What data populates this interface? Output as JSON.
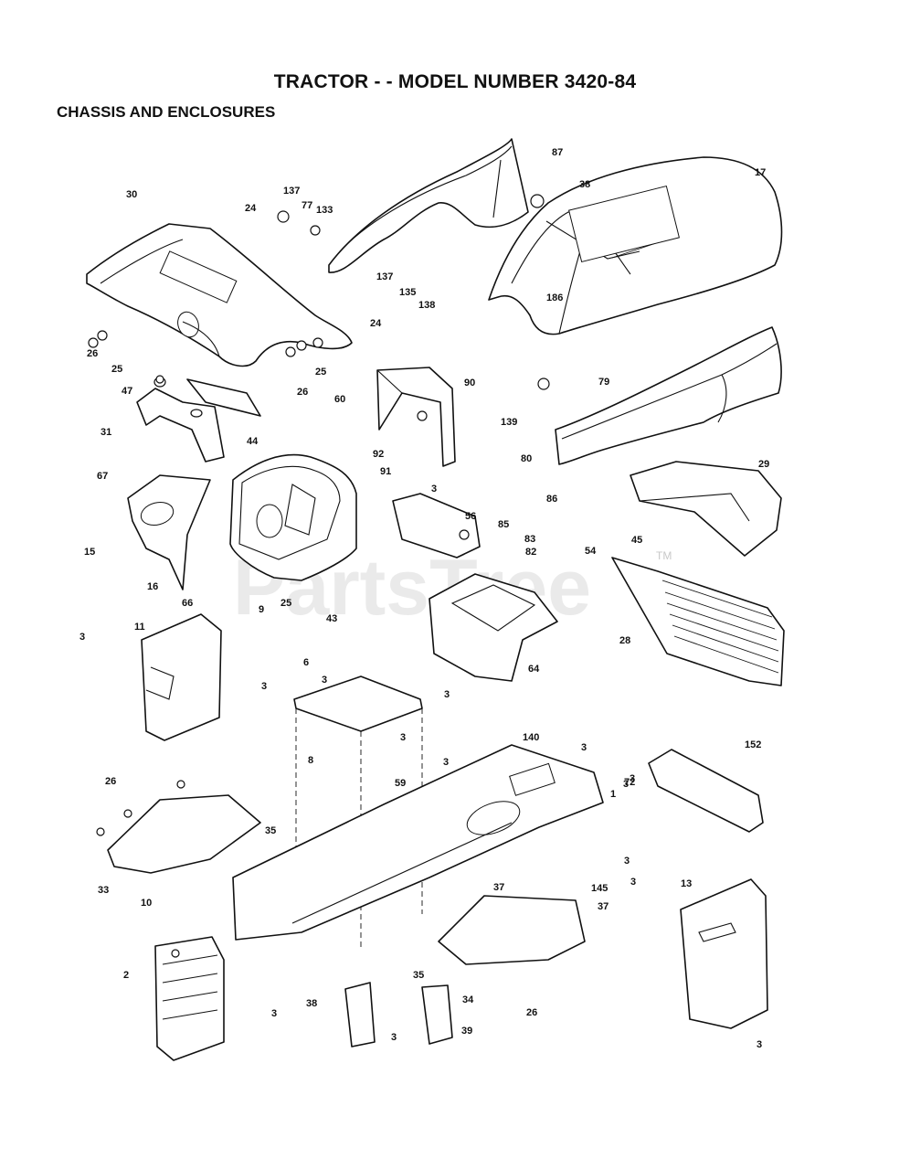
{
  "header": {
    "title": "TRACTOR - - MODEL NUMBER 3420-84",
    "subtitle": "CHASSIS AND ENCLOSURES"
  },
  "watermark": {
    "text": "PartsTree",
    "trademark": "TM"
  },
  "callouts": [
    "87",
    "38",
    "17",
    "30",
    "24",
    "137",
    "77",
    "133",
    "137",
    "135",
    "138",
    "186",
    "24",
    "26",
    "25",
    "47",
    "31",
    "44",
    "26",
    "25",
    "60",
    "90",
    "79",
    "3",
    "92",
    "91",
    "139",
    "80",
    "86",
    "67",
    "15",
    "16",
    "66",
    "9",
    "25",
    "43",
    "3",
    "56",
    "85",
    "83",
    "82",
    "54",
    "45",
    "29",
    "28",
    "64",
    "11",
    "3",
    "6",
    "3",
    "3",
    "3",
    "3",
    "3",
    "140",
    "3",
    "3",
    "72",
    "152",
    "1",
    "26",
    "8",
    "59",
    "35",
    "33",
    "10",
    "3",
    "3",
    "37",
    "145",
    "37",
    "13",
    "2",
    "35",
    "34",
    "26",
    "38",
    "3",
    "39",
    "3",
    "3"
  ]
}
